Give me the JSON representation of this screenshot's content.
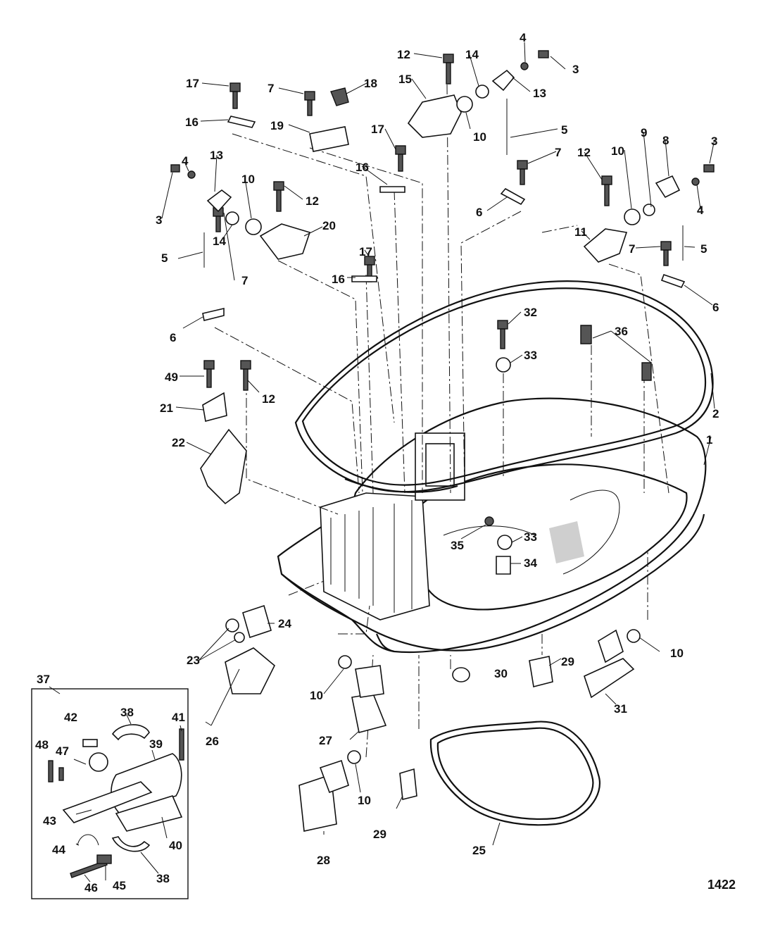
{
  "drawing": {
    "drawing_number": "1422",
    "callouts": [
      {
        "id": "c1",
        "label": "1"
      },
      {
        "id": "c2",
        "label": "2"
      },
      {
        "id": "c3a",
        "label": "3"
      },
      {
        "id": "c3b",
        "label": "3"
      },
      {
        "id": "c3c",
        "label": "3"
      },
      {
        "id": "c4a",
        "label": "4"
      },
      {
        "id": "c4b",
        "label": "4"
      },
      {
        "id": "c4c",
        "label": "4"
      },
      {
        "id": "c5a",
        "label": "5"
      },
      {
        "id": "c5b",
        "label": "5"
      },
      {
        "id": "c5c",
        "label": "5"
      },
      {
        "id": "c6a",
        "label": "6"
      },
      {
        "id": "c6b",
        "label": "6"
      },
      {
        "id": "c6c",
        "label": "6"
      },
      {
        "id": "c7a",
        "label": "7"
      },
      {
        "id": "c7b",
        "label": "7"
      },
      {
        "id": "c7c",
        "label": "7"
      },
      {
        "id": "c7d",
        "label": "7"
      },
      {
        "id": "c8",
        "label": "8"
      },
      {
        "id": "c9",
        "label": "9"
      },
      {
        "id": "c10a",
        "label": "10"
      },
      {
        "id": "c10b",
        "label": "10"
      },
      {
        "id": "c10c",
        "label": "10"
      },
      {
        "id": "c10d",
        "label": "10"
      },
      {
        "id": "c10e",
        "label": "10"
      },
      {
        "id": "c10f",
        "label": "10"
      },
      {
        "id": "c11",
        "label": "11"
      },
      {
        "id": "c12a",
        "label": "12"
      },
      {
        "id": "c12b",
        "label": "12"
      },
      {
        "id": "c12c",
        "label": "12"
      },
      {
        "id": "c12d",
        "label": "12"
      },
      {
        "id": "c13a",
        "label": "13"
      },
      {
        "id": "c13b",
        "label": "13"
      },
      {
        "id": "c14a",
        "label": "14"
      },
      {
        "id": "c14b",
        "label": "14"
      },
      {
        "id": "c15",
        "label": "15"
      },
      {
        "id": "c16a",
        "label": "16"
      },
      {
        "id": "c16b",
        "label": "16"
      },
      {
        "id": "c16c",
        "label": "16"
      },
      {
        "id": "c17a",
        "label": "17"
      },
      {
        "id": "c17b",
        "label": "17"
      },
      {
        "id": "c17c",
        "label": "17"
      },
      {
        "id": "c18",
        "label": "18"
      },
      {
        "id": "c19",
        "label": "19"
      },
      {
        "id": "c20",
        "label": "20"
      },
      {
        "id": "c21",
        "label": "21"
      },
      {
        "id": "c22",
        "label": "22"
      },
      {
        "id": "c23",
        "label": "23"
      },
      {
        "id": "c24",
        "label": "24"
      },
      {
        "id": "c25",
        "label": "25"
      },
      {
        "id": "c26",
        "label": "26"
      },
      {
        "id": "c27",
        "label": "27"
      },
      {
        "id": "c28",
        "label": "28"
      },
      {
        "id": "c29a",
        "label": "29"
      },
      {
        "id": "c29b",
        "label": "29"
      },
      {
        "id": "c30",
        "label": "30"
      },
      {
        "id": "c31",
        "label": "31"
      },
      {
        "id": "c32",
        "label": "32"
      },
      {
        "id": "c33a",
        "label": "33"
      },
      {
        "id": "c33b",
        "label": "33"
      },
      {
        "id": "c34",
        "label": "34"
      },
      {
        "id": "c35",
        "label": "35"
      },
      {
        "id": "c36",
        "label": "36"
      },
      {
        "id": "c37",
        "label": "37"
      },
      {
        "id": "c38a",
        "label": "38"
      },
      {
        "id": "c38b",
        "label": "38"
      },
      {
        "id": "c39",
        "label": "39"
      },
      {
        "id": "c40",
        "label": "40"
      },
      {
        "id": "c41",
        "label": "41"
      },
      {
        "id": "c42",
        "label": "42"
      },
      {
        "id": "c43",
        "label": "43"
      },
      {
        "id": "c44",
        "label": "44"
      },
      {
        "id": "c45",
        "label": "45"
      },
      {
        "id": "c46",
        "label": "46"
      },
      {
        "id": "c47",
        "label": "47"
      },
      {
        "id": "c48",
        "label": "48"
      },
      {
        "id": "c49",
        "label": "49"
      }
    ]
  }
}
